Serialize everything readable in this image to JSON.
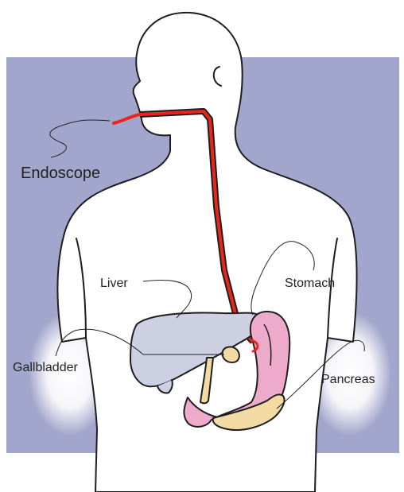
{
  "labels": {
    "endoscope": "Endoscope",
    "liver": "Liver",
    "stomach": "Stomach",
    "gallbladder": "Gallbladder",
    "pancreas": "Pancreas"
  },
  "colors": {
    "background_panel": "#a3a6cc",
    "body": "#ffffff",
    "endoscope": "#e8261d",
    "liver": "#cdd0e2",
    "stomach": "#eeaacb",
    "pancreas": "#f2dba3",
    "duodenum": "#f2dba3"
  }
}
